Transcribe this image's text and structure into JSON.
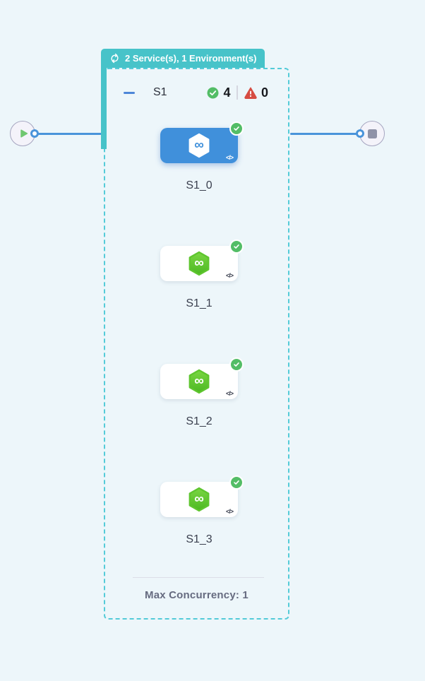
{
  "colors": {
    "canvas-bg": "#edf6fa",
    "accent-teal": "#47c3c9",
    "dash-teal": "#54cbd8",
    "selected-blue": "#4090db",
    "line-blue": "#4a94da",
    "success-green": "#53bd66",
    "error-red": "#d64c42",
    "play-green": "#70c770",
    "stop-gray": "#8f93a8"
  },
  "icons": {
    "infinity": "∞",
    "code": "</>"
  },
  "start_node": {
    "icon": "play-icon"
  },
  "end_node": {
    "icon": "stop-icon"
  },
  "stage_group": {
    "header": {
      "icon": "loop-icon",
      "label": "2 Service(s), 1 Environment(s)"
    },
    "stage": {
      "name": "S1",
      "success_count": "4",
      "error_count": "0"
    },
    "steps": [
      {
        "label": "S1_0",
        "state": "selected",
        "status": "success"
      },
      {
        "label": "S1_1",
        "state": "default",
        "status": "success"
      },
      {
        "label": "S1_2",
        "state": "default",
        "status": "success"
      },
      {
        "label": "S1_3",
        "state": "default",
        "status": "success"
      }
    ],
    "footer": {
      "label": "Max Concurrency: 1"
    }
  }
}
